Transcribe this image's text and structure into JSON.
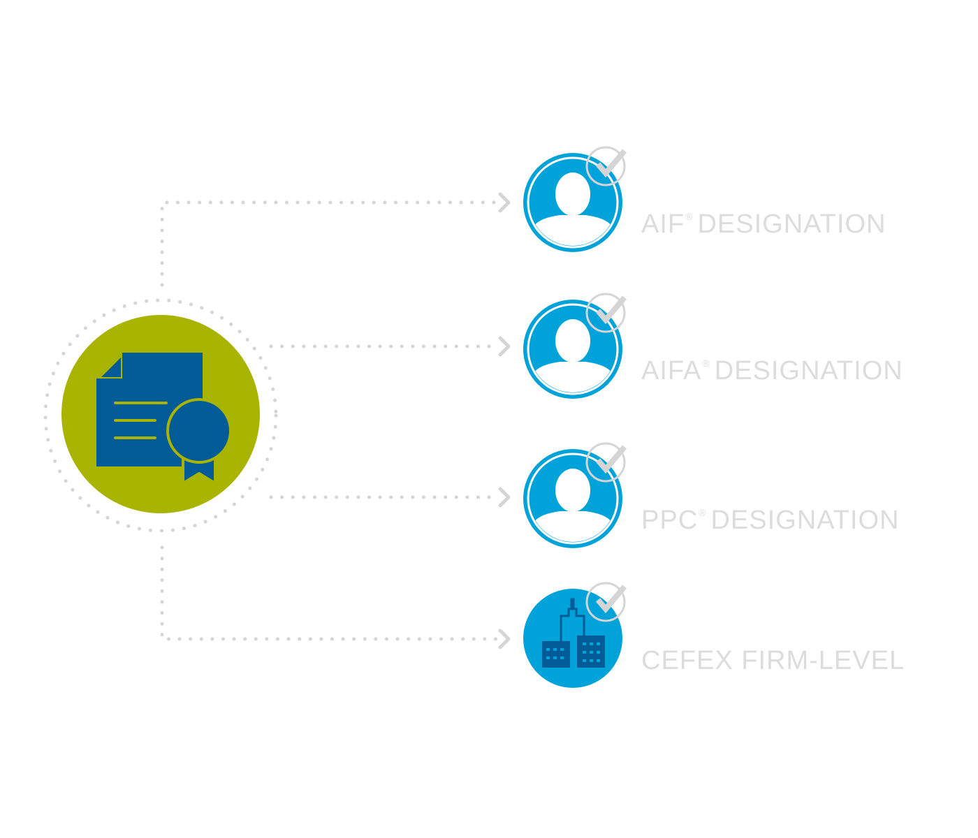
{
  "colors": {
    "background": "#ffffff",
    "hub_fill": "#a8b400",
    "hub_icon": "#005b96",
    "node_fill": "#00a3d9",
    "node_icon_white": "#ffffff",
    "building_icon": "#005b96",
    "connector": "#d5d5d5",
    "check": "#d5d5d5",
    "label_text": "#dcdcdc"
  },
  "hub": {
    "icon": "certificate-document-icon"
  },
  "targets": [
    {
      "id": "aif",
      "icon": "person-icon",
      "badge_icon": "check-circle-icon",
      "label_main": "AIF",
      "label_mark": "®",
      "label_suffix": "DESIGNATION"
    },
    {
      "id": "aifa",
      "icon": "person-icon",
      "badge_icon": "check-circle-icon",
      "label_main": "AIFA",
      "label_mark": "®",
      "label_suffix": "DESIGNATION"
    },
    {
      "id": "ppc",
      "icon": "person-icon",
      "badge_icon": "check-circle-icon",
      "label_main": "PPC",
      "label_mark": "®",
      "label_suffix": "DESIGNATION"
    },
    {
      "id": "cefex",
      "icon": "building-icon",
      "badge_icon": "check-circle-icon",
      "label_main": "CEFEX FIRM-LEVEL",
      "label_mark": "",
      "label_suffix": ""
    }
  ]
}
